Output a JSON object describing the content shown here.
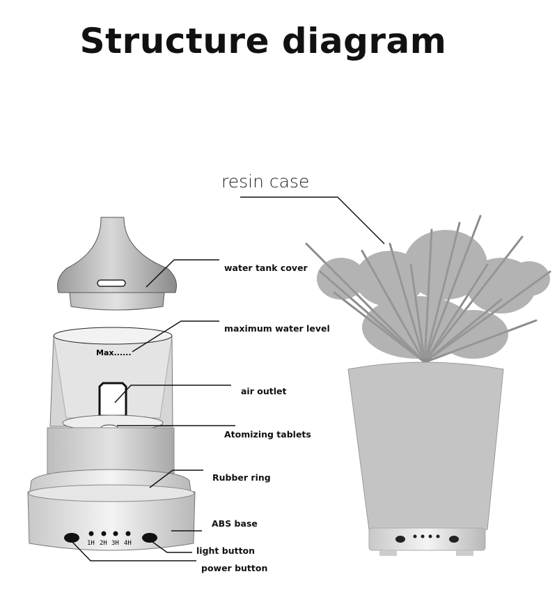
{
  "title": "Structure diagram",
  "product_label": "resin case",
  "parts": {
    "water_tank_cover": "water tank cover",
    "maximum_water_level": "maximum water level",
    "air_outlet": "air outlet",
    "atomizing_tablets": "Atomizing tablets",
    "rubber_ring": "Rubber ring",
    "abs_base": "ABS base",
    "light_button": "light button",
    "power_button": "power button"
  },
  "tank_marking": "Max......",
  "timer_labels": [
    "1H",
    "2H",
    "3H",
    "4H"
  ]
}
